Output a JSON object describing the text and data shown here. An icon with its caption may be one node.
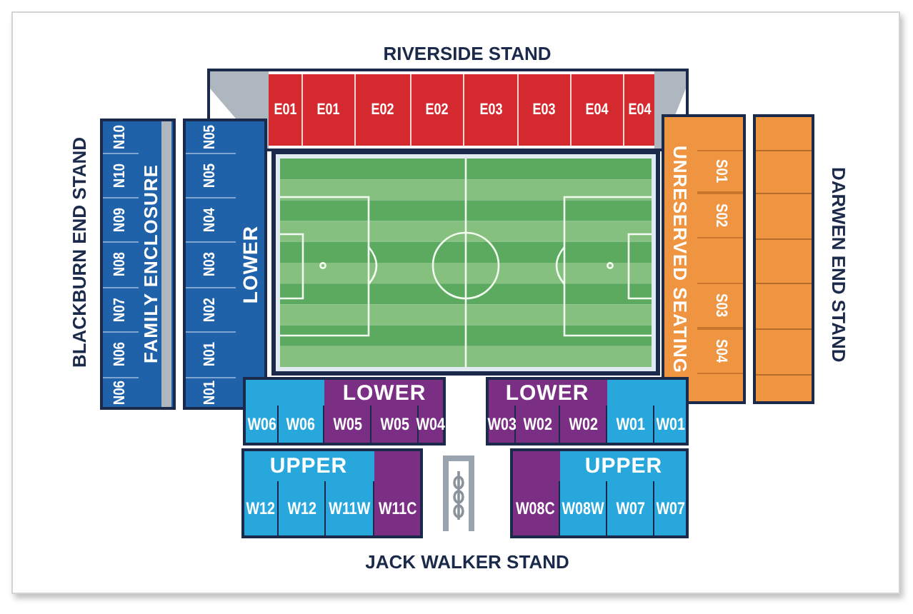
{
  "diagram": {
    "nodes": [
      {
        "text": [
          "E01"
        ]
      },
      {
        "text": [
          "E01"
        ]
      },
      {
        "text": [
          "E02"
        ]
      },
      {
        "text": [
          "E02"
        ]
      },
      {
        "text": [
          "E03"
        ]
      },
      {
        "text": [
          "E03"
        ]
      },
      {
        "text": [
          "E04"
        ]
      },
      {
        "text": [
          "E04"
        ]
      },
      {
        "text": [
          "FAMILY ENCLOSURE"
        ]
      },
      {
        "text": [
          "N10"
        ],
        "in": 8
      },
      {
        "text": [
          "N10"
        ],
        "in": 8
      },
      {
        "text": [
          "N09"
        ],
        "in": 8
      },
      {
        "text": [
          "N08"
        ],
        "in": 8
      },
      {
        "text": [
          "N07"
        ],
        "in": 8
      },
      {
        "text": [
          "N06"
        ],
        "in": 8
      },
      {
        "text": [
          "N06"
        ],
        "in": 8
      },
      {
        "text": [
          "LOWER"
        ]
      },
      {
        "text": [
          "N05"
        ],
        "in": 16
      },
      {
        "text": [
          "N05"
        ],
        "in": 16
      },
      {
        "text": [
          "N04"
        ],
        "in": 16
      },
      {
        "text": [
          "N03"
        ],
        "in": 16
      },
      {
        "text": [
          "N02"
        ],
        "in": 16
      },
      {
        "text": [
          "N01"
        ],
        "in": 16
      },
      {
        "text": [
          "N01"
        ],
        "in": 16
      },
      {
        "text": [
          "UNRESERVED SEATING"
        ]
      },
      {
        "text": [
          "S01"
        ],
        "in": 24
      },
      {
        "text": [
          "S02"
        ],
        "in": 24
      },
      {
        "text": [
          "S03"
        ],
        "in": 24
      },
      {
        "text": [
          "S04"
        ],
        "in": 24
      },
      {
        "text": [],
        "shape": "box"
      },
      {
        "text": [
          "LOWER"
        ]
      },
      {
        "text": [
          "W06"
        ],
        "in": 30
      },
      {
        "text": [
          "W06"
        ],
        "in": 30
      },
      {
        "text": [
          "W05"
        ],
        "in": 30
      },
      {
        "text": [
          "W05"
        ],
        "in": 30
      },
      {
        "text": [
          "W04"
        ],
        "in": 30
      },
      {
        "text": [
          "LOWER"
        ]
      },
      {
        "text": [
          "W03"
        ],
        "in": 36
      },
      {
        "text": [
          "W02"
        ],
        "in": 36
      },
      {
        "text": [
          "W02"
        ],
        "in": 36
      },
      {
        "text": [
          "W01"
        ],
        "in": 36
      },
      {
        "text": [
          "W01"
        ],
        "in": 36
      },
      {
        "text": [
          "UPPER"
        ]
      },
      {
        "text": [
          "W12"
        ],
        "in": 42
      },
      {
        "text": [
          "W12"
        ],
        "in": 42
      },
      {
        "text": [
          "W11W"
        ],
        "in": 42
      },
      {
        "text": [
          "W11C"
        ],
        "in": 42
      },
      {
        "text": [
          "UPPER"
        ]
      },
      {
        "text": [
          "W08C"
        ],
        "in": 47
      },
      {
        "text": [
          "W08W"
        ],
        "in": 47
      },
      {
        "text": [
          "W07"
        ],
        "in": 47
      },
      {
        "text": [
          "W07"
        ],
        "in": 47
      }
    ],
    "labels": [
      "RIVERSIDE STAND",
      "BLACKBURN END STAND",
      "DARWEN END STAND",
      "JACK WALKER STAND"
    ]
  }
}
